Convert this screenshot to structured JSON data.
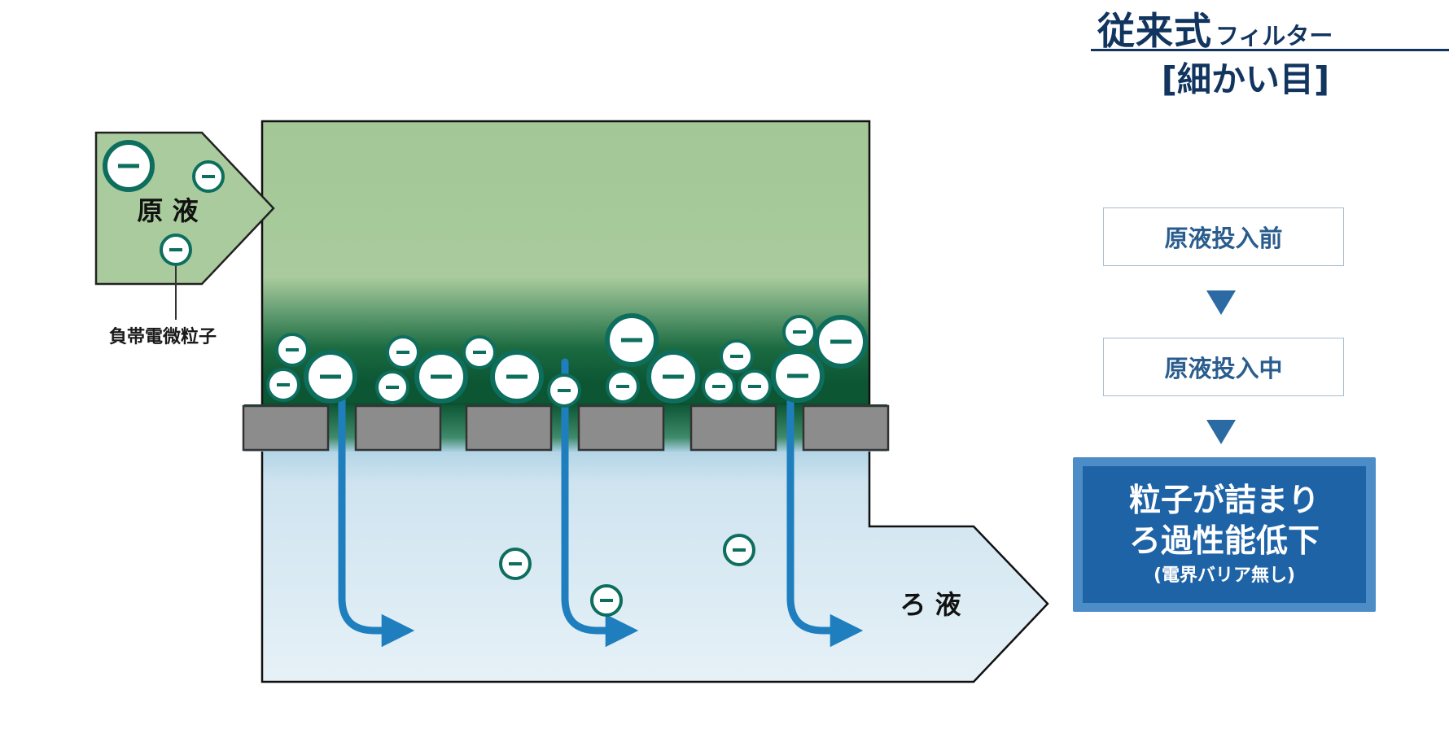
{
  "header": {
    "title_main": "従来式",
    "title_sub": "フィルター",
    "subtitle": "[細かい目]"
  },
  "diagram": {
    "inlet_label": "原 液",
    "outlet_label": "ろ 液",
    "particle_caption": "負帯電微粒子",
    "particle_symbol": "−"
  },
  "steps": [
    {
      "label": "原液投入前"
    },
    {
      "label": "原液投入中"
    }
  ],
  "result": {
    "line1": "粒子が詰まり",
    "line2": "ろ過性能低下",
    "note": "(電界バリア無し)"
  },
  "colors": {
    "raw_liquid": "#a9cb9d",
    "clogged_layer": "#0f5a36",
    "filtrate": "#d6e8f2",
    "filter_block": "#8c8c8c",
    "particle_ring": "#0d6e5e",
    "flow_arrow": "#1f7fbe",
    "step_arrow": "#2b6aa2",
    "result_box": "#1f63a7",
    "header_text": "#12355f"
  }
}
